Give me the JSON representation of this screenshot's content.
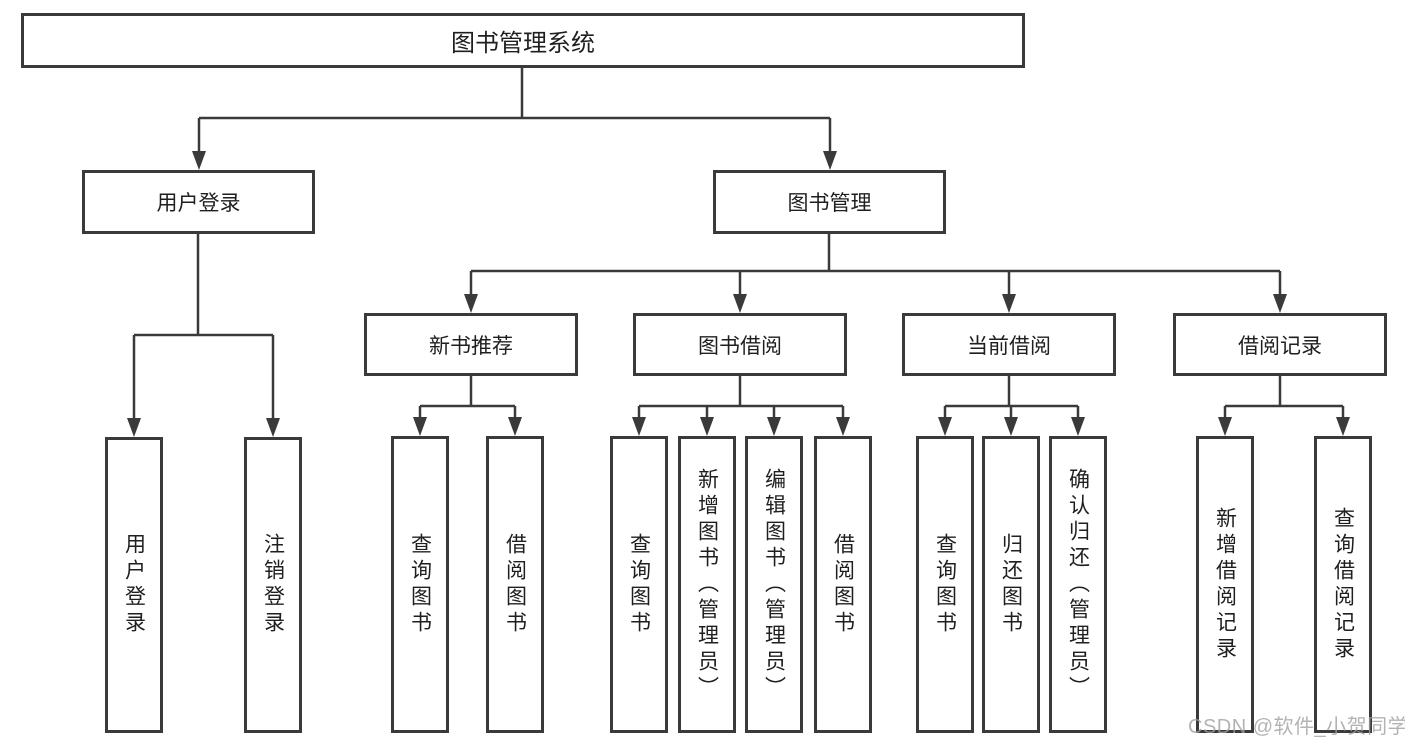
{
  "diagram": {
    "type": "hierarchy-tree",
    "root": {
      "label": "图书管理系统"
    },
    "level2": [
      {
        "label": "用户登录",
        "children": [
          {
            "label": "用户登录"
          },
          {
            "label": "注销登录"
          }
        ]
      },
      {
        "label": "图书管理",
        "children": [
          {
            "label": "新书推荐",
            "children": [
              {
                "label": "查询图书"
              },
              {
                "label": "借阅图书"
              }
            ]
          },
          {
            "label": "图书借阅",
            "children": [
              {
                "label": "查询图书"
              },
              {
                "label": "新增图书（管理员）"
              },
              {
                "label": "编辑图书（管理员）"
              },
              {
                "label": "借阅图书"
              }
            ]
          },
          {
            "label": "当前借阅",
            "children": [
              {
                "label": "查询图书"
              },
              {
                "label": "归还图书"
              },
              {
                "label": "确认归还（管理员）"
              }
            ]
          },
          {
            "label": "借阅记录",
            "children": [
              {
                "label": "新增借阅记录"
              },
              {
                "label": "查询借阅记录"
              }
            ]
          }
        ]
      }
    ],
    "colors": {
      "line": "#3a3a3a",
      "box_border": "#3a3a3a",
      "box_fill": "#ffffff",
      "text": "#1f1f1f",
      "background": "#ffffff",
      "watermark": "#a0a0a0"
    }
  },
  "watermark": {
    "text": "CSDN @软件_小贺同学"
  }
}
